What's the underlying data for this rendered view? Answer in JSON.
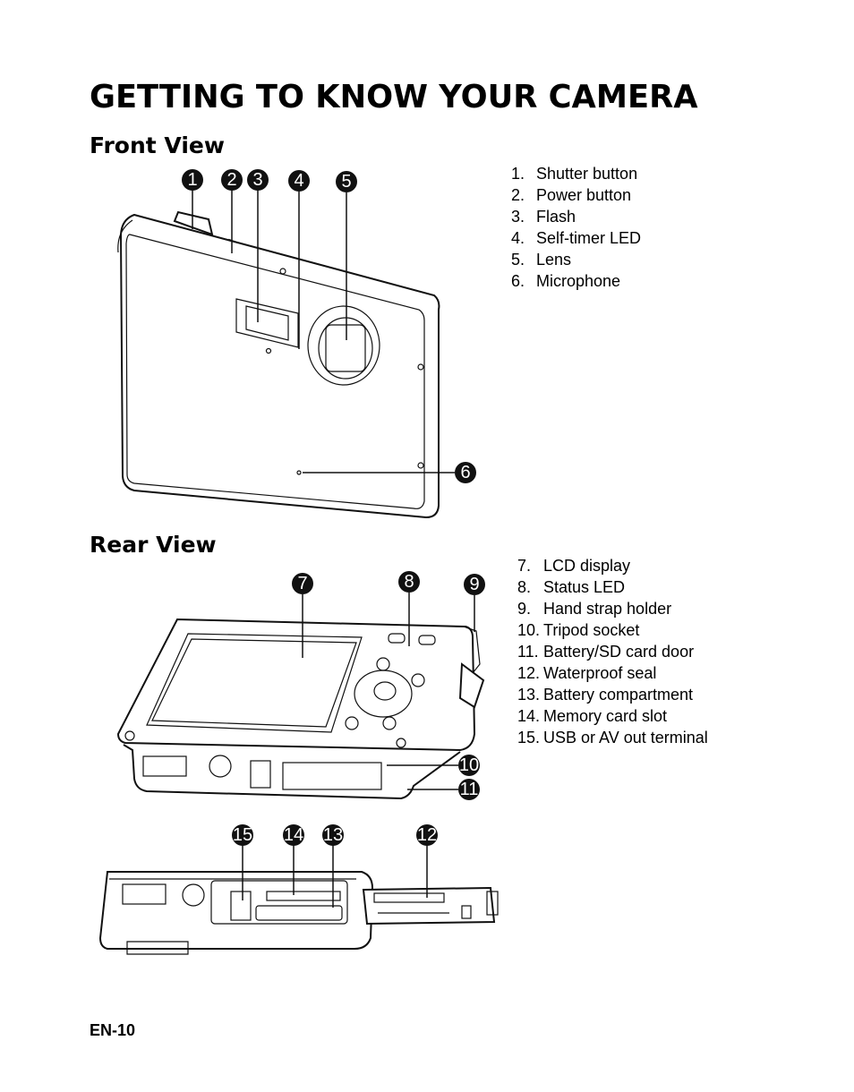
{
  "page": {
    "title": "GETTING TO KNOW YOUR CAMERA",
    "page_number": "EN-10"
  },
  "front_view": {
    "heading": "Front View",
    "items": [
      {
        "num": "1.",
        "label": "Shutter button"
      },
      {
        "num": "2.",
        "label": "Power button"
      },
      {
        "num": "3.",
        "label": "Flash"
      },
      {
        "num": "4.",
        "label": "Self-timer LED"
      },
      {
        "num": "5.",
        "label": "Lens"
      },
      {
        "num": "6.",
        "label": "Microphone"
      }
    ],
    "callouts": [
      "1",
      "2",
      "3",
      "4",
      "5",
      "6"
    ]
  },
  "rear_view": {
    "heading": "Rear View",
    "items": [
      {
        "num": "7.",
        "label": "LCD display"
      },
      {
        "num": "8.",
        "label": "Status LED"
      },
      {
        "num": "9.",
        "label": "Hand strap holder"
      },
      {
        "num": "10.",
        "label": "Tripod socket"
      },
      {
        "num": "11.",
        "label": "Battery/SD card door"
      },
      {
        "num": "12.",
        "label": "Waterproof seal"
      },
      {
        "num": "13.",
        "label": "Battery compartment"
      },
      {
        "num": "14.",
        "label": "Memory card slot"
      },
      {
        "num": "15.",
        "label": "USB or AV out terminal"
      }
    ],
    "callouts": [
      "7",
      "8",
      "9",
      "10",
      "11",
      "12",
      "13",
      "14",
      "15"
    ]
  }
}
